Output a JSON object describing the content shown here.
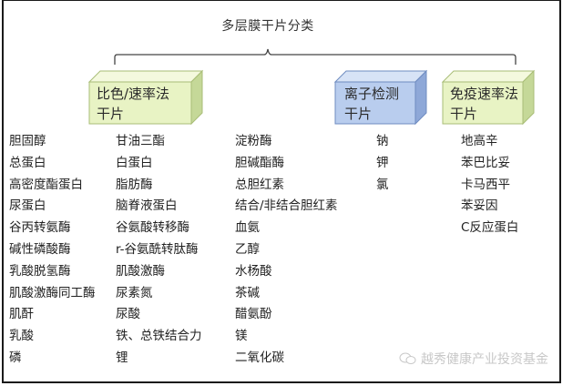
{
  "title": "多层膜干片分类",
  "categories": [
    {
      "id": "colorimetric",
      "label_line1": "比色/速率法",
      "label_line2": "干片",
      "color_front": "#e8f3c4",
      "color_top": "#f4f9de",
      "color_side": "#c5d898",
      "border": "#a9bd77"
    },
    {
      "id": "ion",
      "label_line1": "离子检测",
      "label_line2": "干片",
      "color_front": "#b9cdee",
      "color_top": "#d7e3f6",
      "color_side": "#8ea8d8",
      "border": "#6f8cc0"
    },
    {
      "id": "immuno",
      "label_line1": "免疫速率法",
      "label_line2": "干片",
      "color_front": "#e8f3c4",
      "color_top": "#f4f9de",
      "color_side": "#c5d898",
      "border": "#a9bd77"
    }
  ],
  "columns": {
    "col1": [
      "胆固醇",
      "总蛋白",
      "高密度酯蛋白",
      "尿蛋白",
      "谷丙转氨酶",
      "碱性磷酸酶",
      "乳酸脱氢酶",
      "肌酸激酶同工酶",
      "肌酐",
      "乳酸",
      "磷"
    ],
    "col2": [
      "甘油三酯",
      "白蛋白",
      "脂肪酶",
      "脑脊液蛋白",
      "谷氨酸转移酶",
      "r-谷氨酰转肽酶",
      "肌酸激酶",
      "尿素氮",
      "尿酸",
      "铁、总铁结合力",
      "锂"
    ],
    "col3": [
      "淀粉酶",
      "胆碱酯酶",
      "总胆红素",
      "结合/非结合胆红素",
      "血氨",
      "乙醇",
      "水杨酸",
      "茶碱",
      "醋氨酚",
      "镁",
      "二氧化碳"
    ],
    "ion": [
      "钠",
      "钾",
      "氯"
    ],
    "immuno": [
      "地高辛",
      "苯巴比妥",
      "卡马西平",
      "苯妥因",
      "C反应蛋白"
    ]
  },
  "watermark": {
    "icon": "wechat-icon",
    "text": "越秀健康产业投资基金"
  }
}
